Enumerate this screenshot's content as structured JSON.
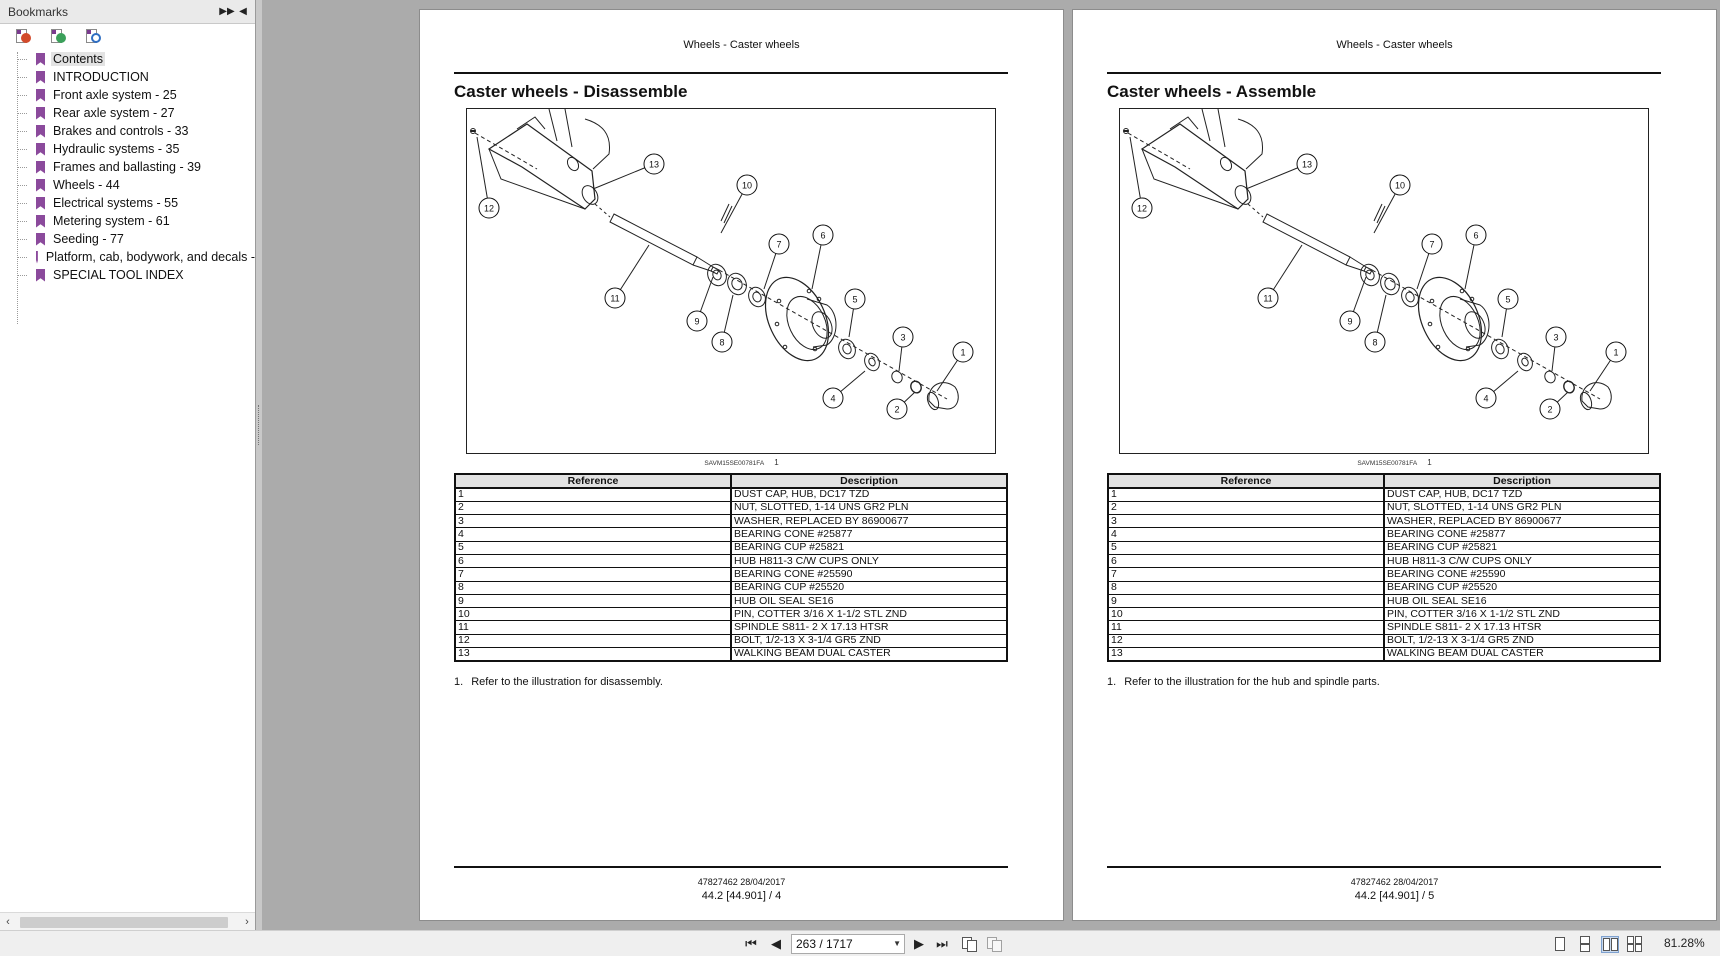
{
  "sidebar": {
    "title": "Bookmarks",
    "items": [
      {
        "label": "Contents",
        "selected": true
      },
      {
        "label": "INTRODUCTION"
      },
      {
        "label": "Front axle system - 25"
      },
      {
        "label": "Rear axle system - 27"
      },
      {
        "label": "Brakes and controls - 33"
      },
      {
        "label": "Hydraulic systems - 35"
      },
      {
        "label": "Frames and ballasting - 39"
      },
      {
        "label": "Wheels - 44"
      },
      {
        "label": "Electrical systems - 55"
      },
      {
        "label": "Metering system - 61"
      },
      {
        "label": "Seeding - 77"
      },
      {
        "label": "Platform, cab, bodywork, and decals -"
      },
      {
        "label": "SPECIAL TOOL INDEX"
      }
    ]
  },
  "pages": [
    {
      "header": "Wheels - Caster wheels",
      "title": "Caster wheels - Disassemble",
      "figure_code": "SAVM15SE00781FA",
      "figure_number": "1",
      "table_headers": [
        "Reference",
        "Description"
      ],
      "rows": [
        {
          "ref": "1",
          "desc": "DUST CAP, HUB, DC17 TZD"
        },
        {
          "ref": "2",
          "desc": "NUT, SLOTTED, 1-14 UNS GR2 PLN"
        },
        {
          "ref": "3",
          "desc": "WASHER, REPLACED BY 86900677"
        },
        {
          "ref": "4",
          "desc": "BEARING CONE #25877"
        },
        {
          "ref": "5",
          "desc": "BEARING CUP #25821"
        },
        {
          "ref": "6",
          "desc": "HUB H811-3 C/W CUPS ONLY"
        },
        {
          "ref": "7",
          "desc": "BEARING CONE #25590"
        },
        {
          "ref": "8",
          "desc": "BEARING CUP #25520"
        },
        {
          "ref": "9",
          "desc": "HUB OIL SEAL SE16"
        },
        {
          "ref": "10",
          "desc": "PIN, COTTER 3/16 X 1-1/2 STL ZND"
        },
        {
          "ref": "11",
          "desc": "SPINDLE S811- 2 X 17.13 HTSR"
        },
        {
          "ref": "12",
          "desc": "BOLT, 1/2-13 X 3-1/4 GR5 ZND"
        },
        {
          "ref": "13",
          "desc": "WALKING BEAM DUAL CASTER"
        }
      ],
      "note_number": "1.",
      "note": "Refer to the illustration for disassembly.",
      "footer_code": "47827462 28/04/2017",
      "footer_page": "44.2 [44.901] / 4"
    },
    {
      "header": "Wheels - Caster wheels",
      "title": "Caster wheels - Assemble",
      "figure_code": "SAVM15SE00781FA",
      "figure_number": "1",
      "table_headers": [
        "Reference",
        "Description"
      ],
      "rows": [
        {
          "ref": "1",
          "desc": "DUST CAP, HUB, DC17 TZD"
        },
        {
          "ref": "2",
          "desc": "NUT, SLOTTED, 1-14 UNS GR2 PLN"
        },
        {
          "ref": "3",
          "desc": "WASHER, REPLACED BY 86900677"
        },
        {
          "ref": "4",
          "desc": "BEARING CONE #25877"
        },
        {
          "ref": "5",
          "desc": "BEARING CUP #25821"
        },
        {
          "ref": "6",
          "desc": "HUB H811-3 C/W CUPS ONLY"
        },
        {
          "ref": "7",
          "desc": "BEARING CONE #25590"
        },
        {
          "ref": "8",
          "desc": "BEARING CUP #25520"
        },
        {
          "ref": "9",
          "desc": "HUB OIL SEAL SE16"
        },
        {
          "ref": "10",
          "desc": "PIN, COTTER 3/16 X 1-1/2 STL ZND"
        },
        {
          "ref": "11",
          "desc": "SPINDLE S811- 2 X 17.13 HTSR"
        },
        {
          "ref": "12",
          "desc": "BOLT, 1/2-13 X 3-1/4 GR5 ZND"
        },
        {
          "ref": "13",
          "desc": "WALKING BEAM DUAL CASTER"
        }
      ],
      "note_number": "1.",
      "note": "Refer to the illustration for the hub and spindle parts.",
      "footer_code": "47827462 28/04/2017",
      "footer_page": "44.2 [44.901] / 5"
    }
  ],
  "callouts": [
    "1",
    "2",
    "3",
    "4",
    "5",
    "6",
    "7",
    "8",
    "9",
    "10",
    "11",
    "12",
    "13"
  ],
  "toolbar": {
    "page_indicator": "263 / 1717",
    "zoom": "81.28%"
  },
  "icons": {
    "first": "first-page-icon",
    "prev": "previous-page-icon",
    "next": "next-page-icon",
    "last": "last-page-icon"
  }
}
